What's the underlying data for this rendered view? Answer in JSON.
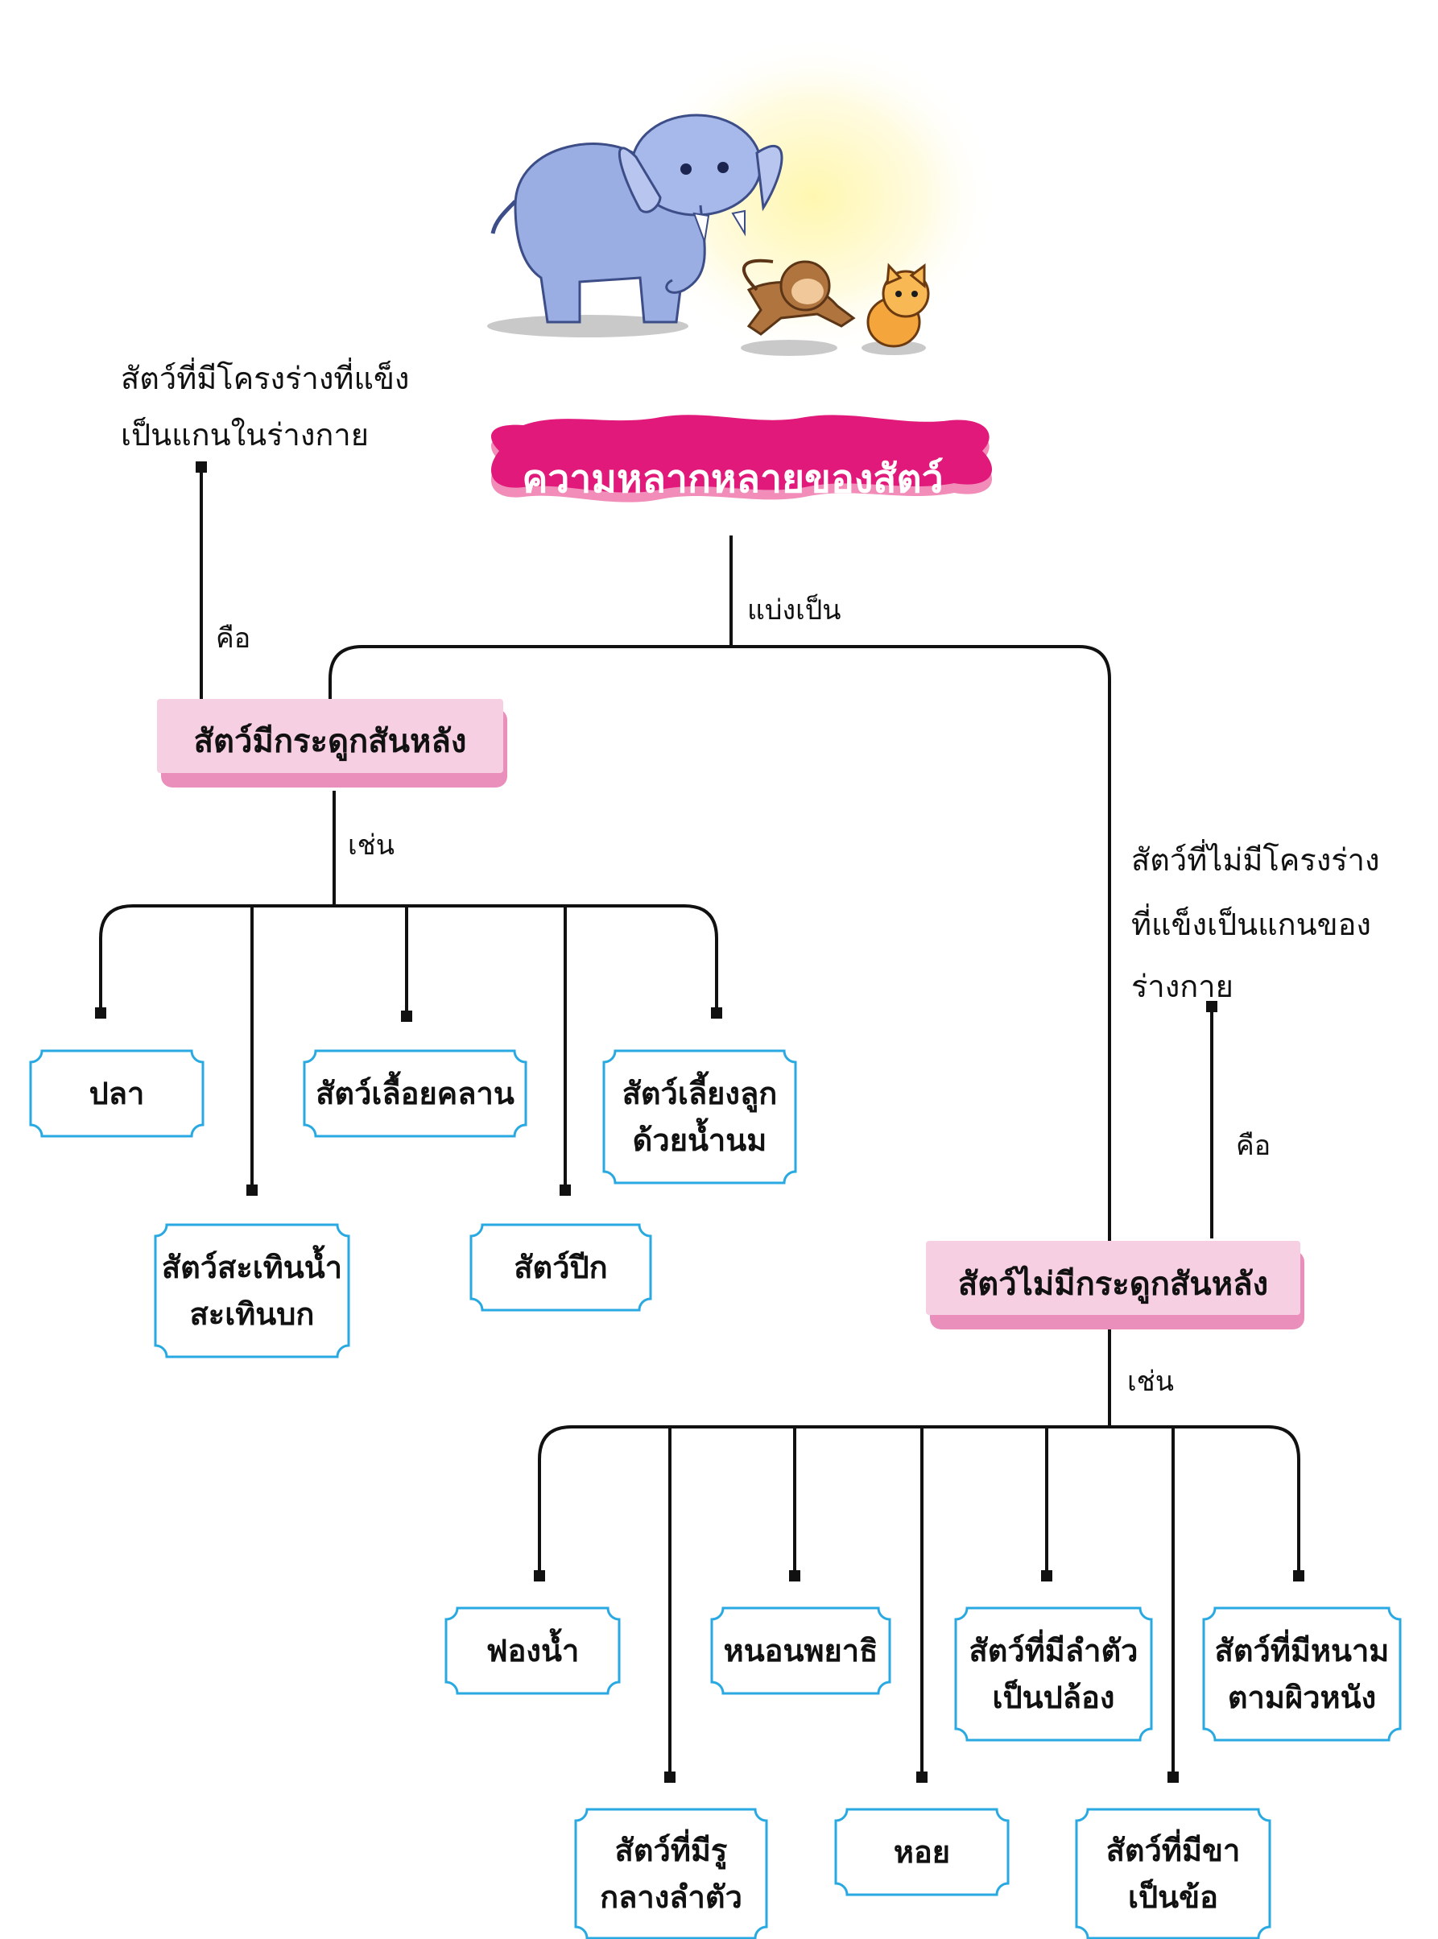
{
  "title": "ความหลากหลายของสัตว์",
  "edge_main": "แบ่งเป็น",
  "vertebrate": {
    "label": "สัตว์มีกระดูกสันหลัง",
    "definition_line1": "สัตว์ที่มีโครงร่างที่แข็ง",
    "definition_line2": "เป็นแกนในร่างกาย",
    "definition_link": "คือ",
    "examples_link": "เช่น",
    "examples": [
      "ปลา",
      "สัตว์สะเทินน้ำ\nสะเทินบก",
      "สัตว์เลื้อยคลาน",
      "สัตว์ปีก",
      "สัตว์เลี้ยงลูก\nด้วยน้ำนม"
    ]
  },
  "invertebrate": {
    "label": "สัตว์ไม่มีกระดูกสันหลัง",
    "definition_line1": "สัตว์ที่ไม่มีโครงร่าง",
    "definition_line2": "ที่แข็งเป็นแกนของ",
    "definition_line3": "ร่างกาย",
    "definition_link": "คือ",
    "examples_link": "เช่น",
    "examples": [
      "ฟองน้ำ",
      "สัตว์ที่มีรู\nกลางลำตัว",
      "หนอนพยาธิ",
      "หอย",
      "สัตว์ที่มีลำตัว\nเป็นปล้อง",
      "สัตว์ที่มีขา\nเป็นข้อ",
      "สัตว์ที่มีหนาม\nตามผิวหนัง"
    ]
  },
  "illustration": [
    "elephant-icon",
    "monkey-icon",
    "cat-icon"
  ],
  "colors": {
    "title_fill": "#e0197a",
    "title_shadow": "#f28cb8",
    "category_fill": "#f7cfe2",
    "category_shadow": "#ea8fbb",
    "leaf_border": "#29a9e1",
    "line": "#111111"
  }
}
